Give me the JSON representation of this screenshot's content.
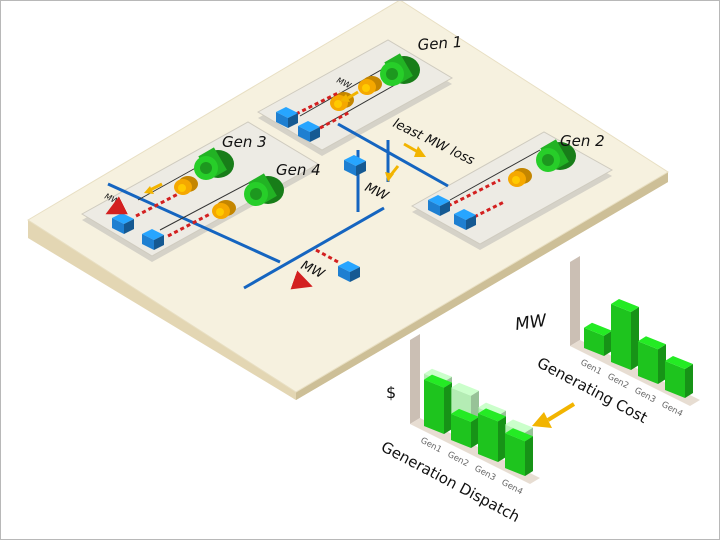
{
  "labels": {
    "gen1": "Gen 1",
    "gen2": "Gen 2",
    "gen3": "Gen 3",
    "gen4": "Gen 4",
    "least_mw_loss": "least MW loss",
    "mw": "MW",
    "mw_small": "MW"
  },
  "cost_chart": {
    "axis_label": "MW",
    "title": "Generating Cost",
    "categories": [
      "Gen1",
      "Gen2",
      "Gen3",
      "Gen4"
    ]
  },
  "dispatch_chart": {
    "axis_label": "$",
    "title": "Generation Dispatch",
    "categories": [
      "Gen1",
      "Gen2",
      "Gen3",
      "Gen4"
    ]
  },
  "colors": {
    "generator_green": "#22b324",
    "shaft_orange": "#f5a800",
    "transformer_blue": "#1e7fd1",
    "bus_line_blue": "#1565c0",
    "dashed_red": "#d32020",
    "arrow_yellow": "#f2b400",
    "bar_green": "#1ec41e",
    "bar_ghost": "#9be69b",
    "plate_top": "#f5f0dc",
    "plate_side": "#d9cfb1"
  },
  "chart_data": [
    {
      "type": "bar",
      "title": "Generating Cost",
      "ylabel": "MW",
      "categories": [
        "Gen1",
        "Gen2",
        "Gen3",
        "Gen4"
      ],
      "values": [
        0.35,
        1.0,
        0.6,
        0.5
      ]
    },
    {
      "type": "bar",
      "title": "Generation Dispatch",
      "ylabel": "$",
      "categories": [
        "Gen1",
        "Gen2",
        "Gen3",
        "Gen4"
      ],
      "series": [
        {
          "values": [
            0.8,
            0.45,
            0.7,
            0.6
          ]
        },
        {
          "values": [
            0.9,
            0.9,
            0.8,
            0.75
          ]
        }
      ]
    }
  ]
}
